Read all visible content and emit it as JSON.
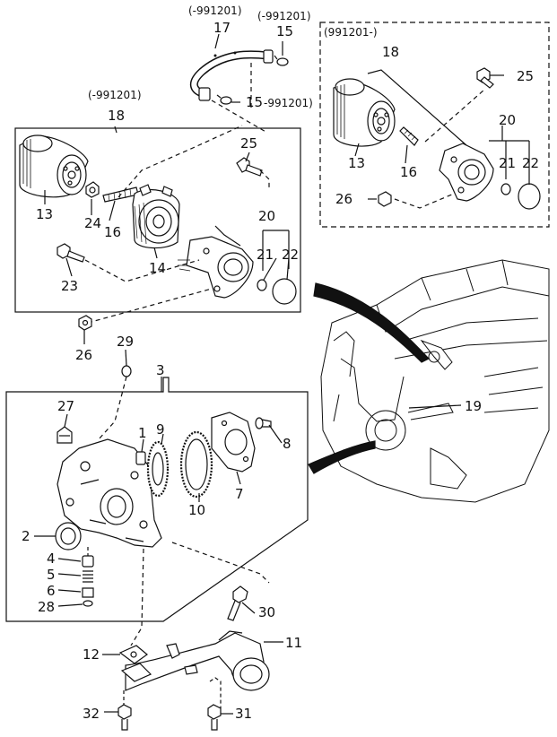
{
  "callouts": {
    "c1": "1",
    "c2": "2",
    "c3": "3",
    "c4": "4",
    "c5": "5",
    "c6": "6",
    "c7": "7",
    "c8": "8",
    "c9": "9",
    "c10": "10",
    "c11": "11",
    "c12": "12",
    "c13": "13",
    "c13b": "13",
    "c14": "14",
    "c15a": "15",
    "c15b": "15",
    "c16": "16",
    "c16b": "16",
    "c17": "17",
    "c18": "18",
    "c18b": "18",
    "c19": "19",
    "c20": "20",
    "c20b": "20",
    "c21": "21",
    "c21b": "21",
    "c22": "22",
    "c22b": "22",
    "c23": "23",
    "c24": "24",
    "c25": "25",
    "c25b": "25",
    "c26": "26",
    "c26b": "26",
    "c27": "27",
    "c28": "28",
    "c29": "29",
    "c30": "30",
    "c31": "31",
    "c32": "32"
  },
  "notes": {
    "hose17": "(-991201)",
    "clamp15": "(-991201)",
    "clamp15b": "-991201)",
    "filter_old": "(-991201)",
    "inset_new": "(991201-)"
  }
}
